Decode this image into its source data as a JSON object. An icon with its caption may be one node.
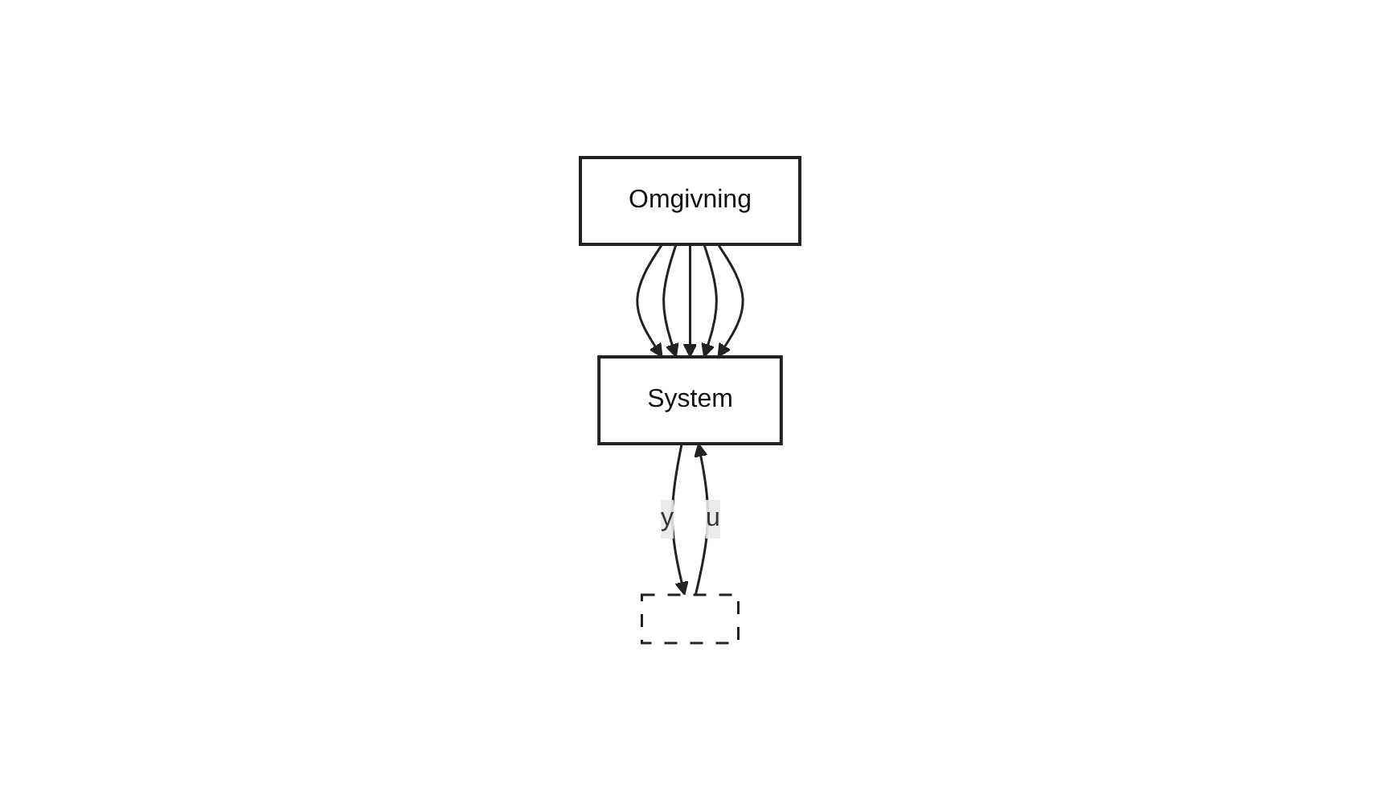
{
  "diagram": {
    "nodes": [
      {
        "text": [
          "Omgivning"
        ]
      },
      {
        "text": [
          "System"
        ]
      },
      {
        "text": [],
        "shape": "box"
      }
    ],
    "edges": [
      {
        "from": 0,
        "to": 1,
        "arrow": "to"
      },
      {
        "from": 0,
        "to": 1,
        "arrow": "to"
      },
      {
        "from": 0,
        "to": 1,
        "arrow": "to"
      },
      {
        "from": 0,
        "to": 1,
        "arrow": "to"
      },
      {
        "from": 0,
        "to": 1,
        "arrow": "to"
      },
      {
        "from": 2,
        "to": 1,
        "arrow": "to",
        "label": "u"
      },
      {
        "from": 1,
        "to": 2,
        "arrow": "to",
        "label": "y"
      }
    ]
  }
}
